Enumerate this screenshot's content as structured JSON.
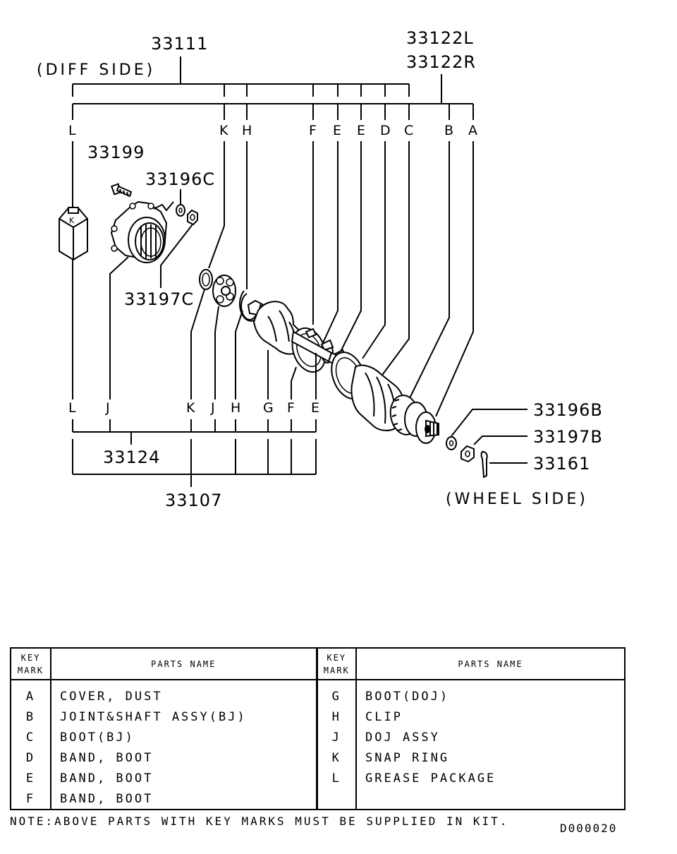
{
  "diagram": {
    "part_numbers": {
      "p33111": "33111",
      "p33122l": "33122L",
      "p33122r": "33122R",
      "p33199": "33199",
      "p33196c": "33196C",
      "p33197c": "33197C",
      "p33196b": "33196B",
      "p33197b": "33197B",
      "p33161": "33161",
      "p33124": "33124",
      "p33107": "33107"
    },
    "diff_side": "(DIFF SIDE)",
    "wheel_side": "(WHEEL SIDE)",
    "top_keys": [
      "L",
      "K",
      "H",
      "F",
      "E",
      "E",
      "D",
      "C",
      "B",
      "A"
    ],
    "bottom_keys": [
      "L",
      "J",
      "K",
      "J",
      "H",
      "G",
      "F",
      "E"
    ]
  },
  "table": {
    "key_header": [
      "KEY",
      "MARK"
    ],
    "name_header": "PARTS NAME",
    "left_rows": [
      {
        "key": "A",
        "name": "COVER, DUST"
      },
      {
        "key": "B",
        "name": "JOINT&SHAFT ASSY(BJ)"
      },
      {
        "key": "C",
        "name": "BOOT(BJ)"
      },
      {
        "key": "D",
        "name": "BAND, BOOT"
      },
      {
        "key": "E",
        "name": "BAND, BOOT"
      },
      {
        "key": "F",
        "name": "BAND, BOOT"
      }
    ],
    "right_rows": [
      {
        "key": "G",
        "name": "BOOT(DOJ)"
      },
      {
        "key": "H",
        "name": "CLIP"
      },
      {
        "key": "J",
        "name": "DOJ ASSY"
      },
      {
        "key": "K",
        "name": "SNAP RING"
      },
      {
        "key": "L",
        "name": "GREASE PACKAGE"
      },
      {
        "key": "",
        "name": ""
      }
    ]
  },
  "note": "NOTE:ABOVE PARTS WITH KEY MARKS MUST BE SUPPLIED IN KIT.",
  "drawing_code": "D000020"
}
